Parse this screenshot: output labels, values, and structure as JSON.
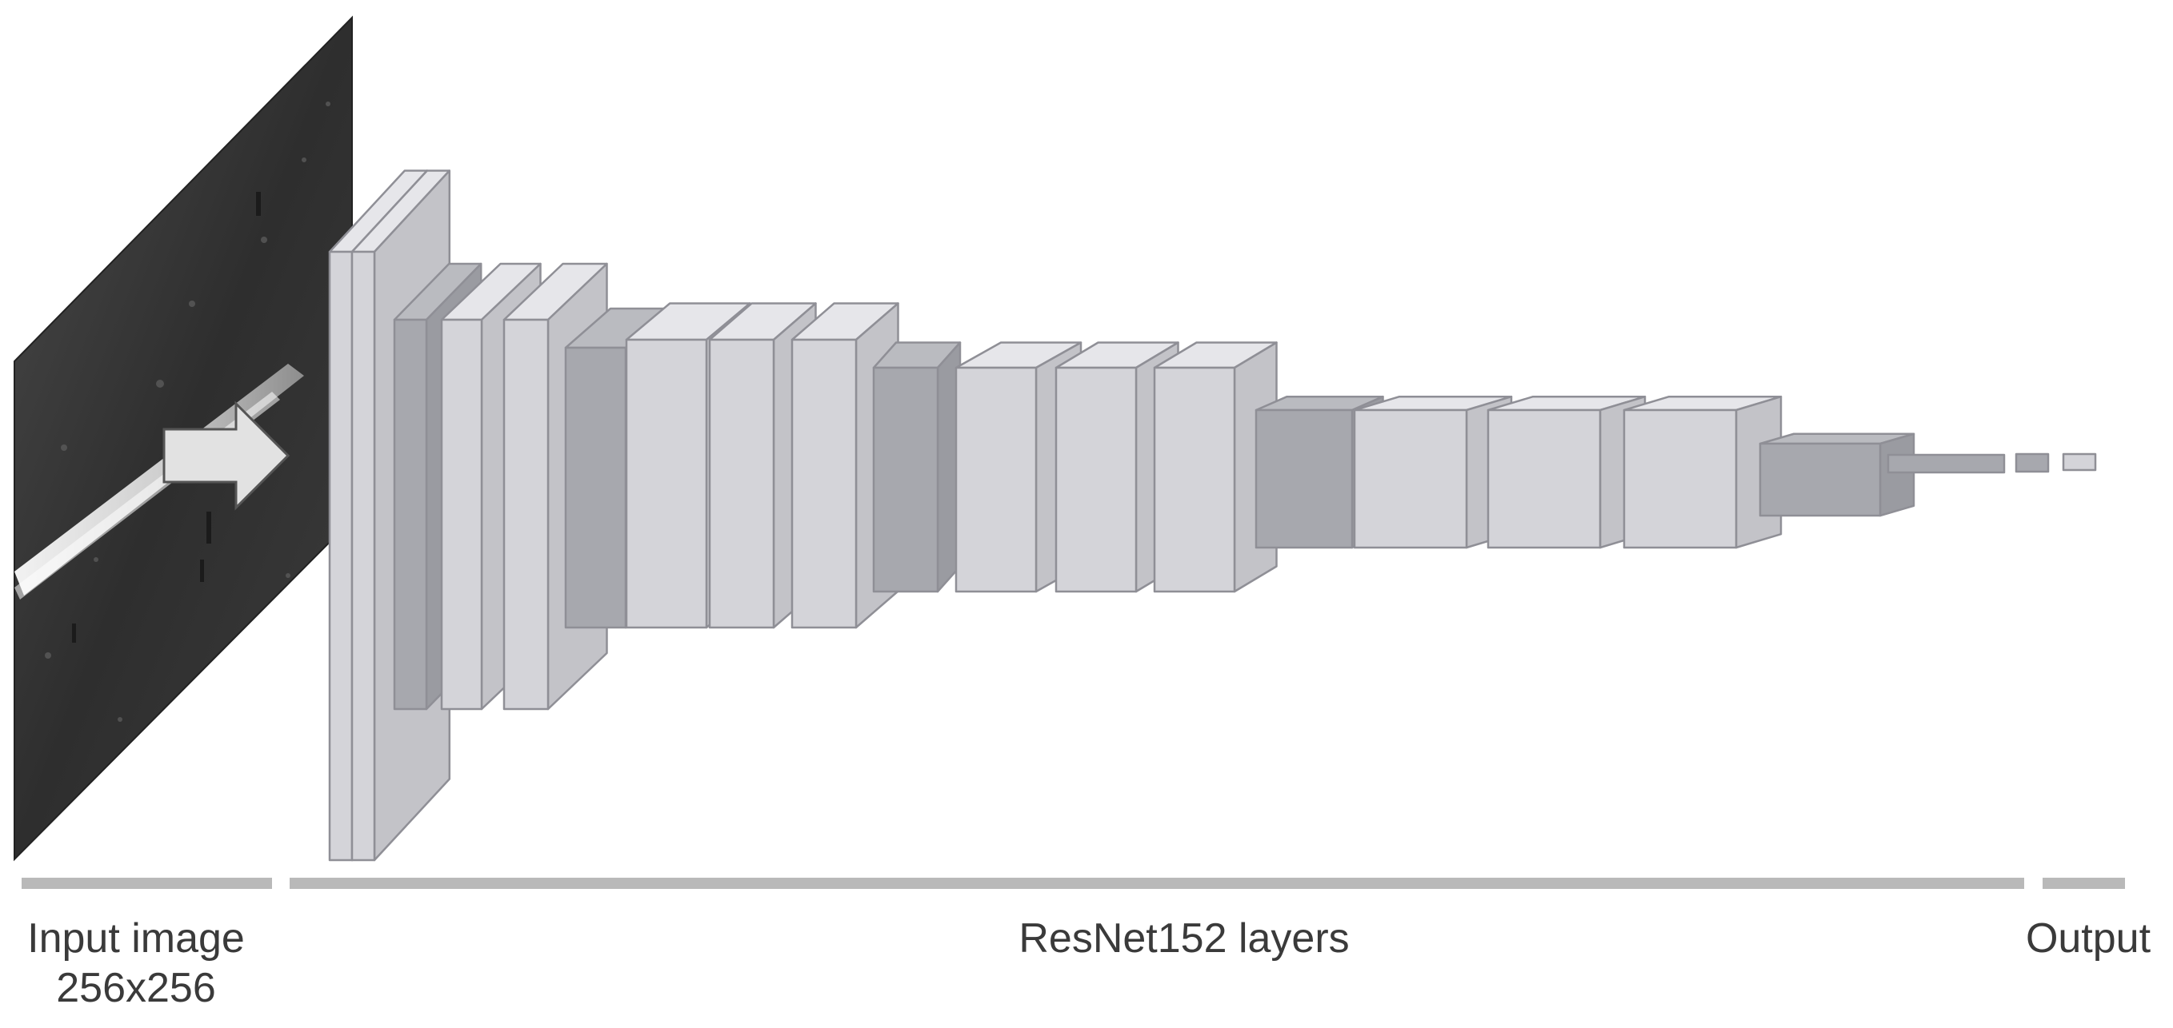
{
  "labels": {
    "input_title": "Input image",
    "input_size": "256x256",
    "resnet": "ResNet152 layers",
    "output": "Output"
  },
  "colors": {
    "block_face": "#d4d4d9",
    "block_top": "#e6e6ea",
    "block_side": "#c3c3c8",
    "block_edge": "#8f8f96",
    "dark_face": "#a7a8ae",
    "dark_top": "#babbc0",
    "dark_side": "#9a9ba1",
    "bar": "#b9b9b9",
    "text": "#3a3a3a",
    "input_image_dark": "#2b2b2b",
    "input_image_crack": "#e6e6e6"
  },
  "icons": [
    "input-image",
    "arrow-right-icon"
  ]
}
